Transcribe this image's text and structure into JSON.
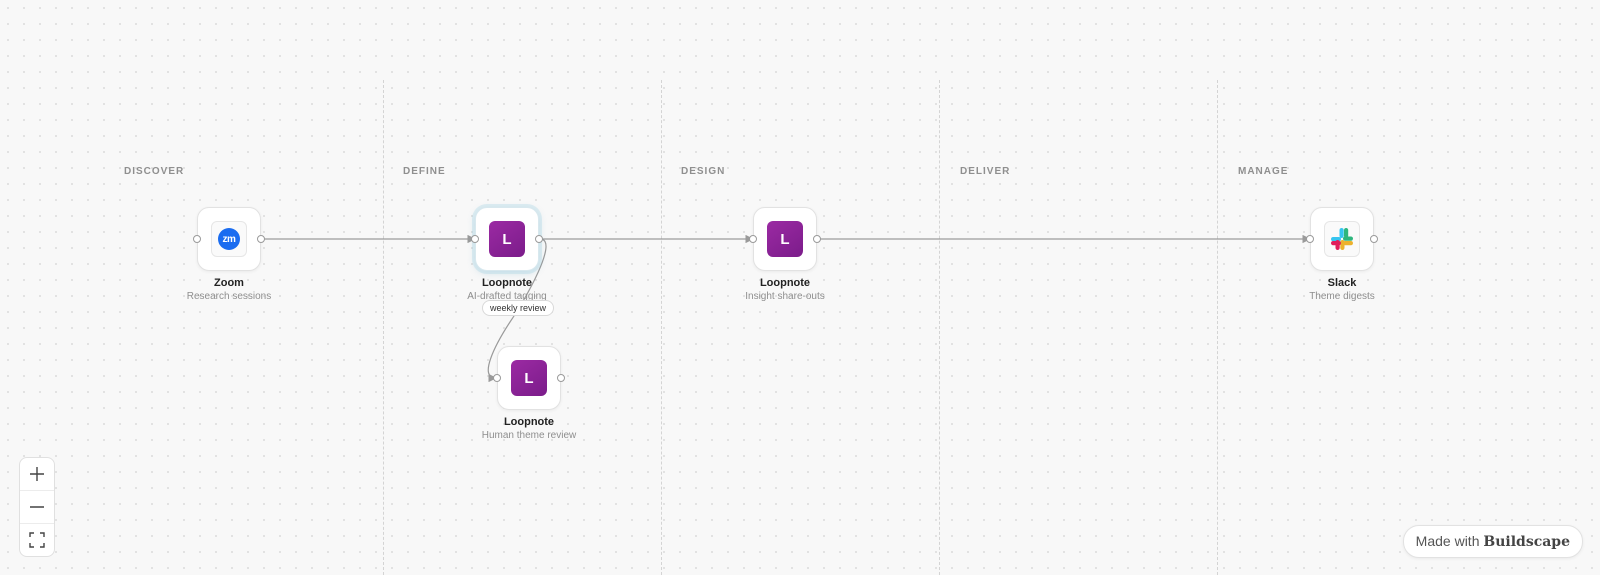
{
  "stages": [
    "DISCOVER",
    "DEFINE",
    "DESIGN",
    "DELIVER",
    "MANAGE"
  ],
  "nodes": [
    {
      "id": "zoom",
      "title": "Zoom",
      "subtitle": "Research sessions",
      "icon": "zoom-icon",
      "icon_text": "zm"
    },
    {
      "id": "loopnote-define",
      "title": "Loopnote",
      "subtitle": "AI-drafted tagging",
      "icon": "loopnote-icon",
      "icon_text": "L",
      "selected": true
    },
    {
      "id": "loopnote-review",
      "title": "Loopnote",
      "subtitle": "Human theme review",
      "icon": "loopnote-icon",
      "icon_text": "L"
    },
    {
      "id": "loopnote-design",
      "title": "Loopnote",
      "subtitle": "Insight share-outs",
      "icon": "loopnote-icon",
      "icon_text": "L"
    },
    {
      "id": "slack",
      "title": "Slack",
      "subtitle": "Theme digests",
      "icon": "slack-icon"
    }
  ],
  "edges": [
    {
      "from": "zoom",
      "to": "loopnote-define"
    },
    {
      "from": "loopnote-define",
      "to": "loopnote-review",
      "label": "weekly review"
    },
    {
      "from": "loopnote-define",
      "to": "loopnote-design"
    },
    {
      "from": "loopnote-design",
      "to": "slack"
    }
  ],
  "controls": {
    "zoom_in": "plus-icon",
    "zoom_out": "minus-icon",
    "fit_view": "fit-view-icon"
  },
  "badge": {
    "prefix": "Made with",
    "brand": "Buildscape"
  },
  "colors": {
    "background": "#f8f8f8",
    "loopnote_brand": "#8e239b",
    "zoom_brand": "#1a6cf0",
    "edge": "#9a9a9a"
  }
}
